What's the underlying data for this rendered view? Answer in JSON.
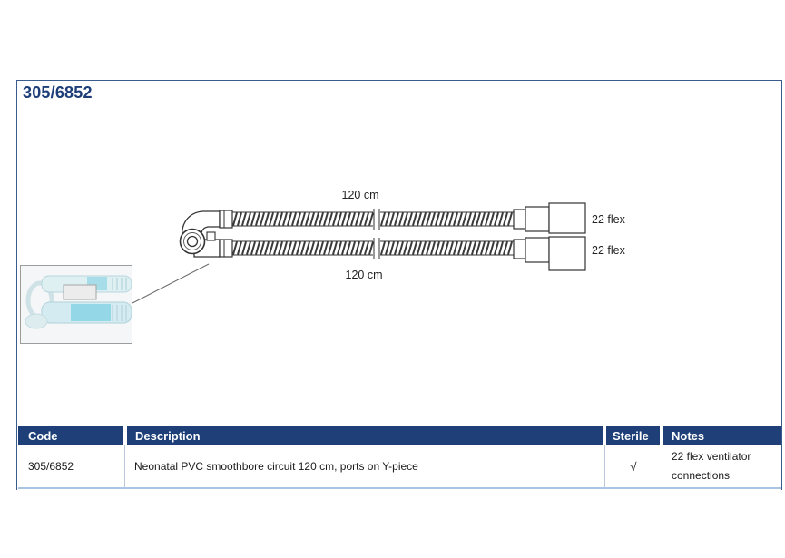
{
  "colors": {
    "brand_navy": "#1d3e78",
    "table_header_bg": "#1f3f78",
    "table_header_text": "#ffffff",
    "row_rule": "#a9c4e4",
    "frame": "#3a5b8e"
  },
  "product": {
    "code": "305/6852"
  },
  "diagram": {
    "top_tube_length": "120 cm",
    "bottom_tube_length": "120 cm",
    "top_connector": "22 flex",
    "bottom_connector": "22 flex"
  },
  "table": {
    "columns": [
      "Code",
      "Description",
      "Sterile",
      "Notes"
    ],
    "rows": [
      {
        "code": "305/6852",
        "description": "Neonatal PVC smoothbore circuit 120 cm, ports on Y-piece",
        "sterile": "√",
        "notes": "22 flex ventilator connections"
      }
    ]
  }
}
